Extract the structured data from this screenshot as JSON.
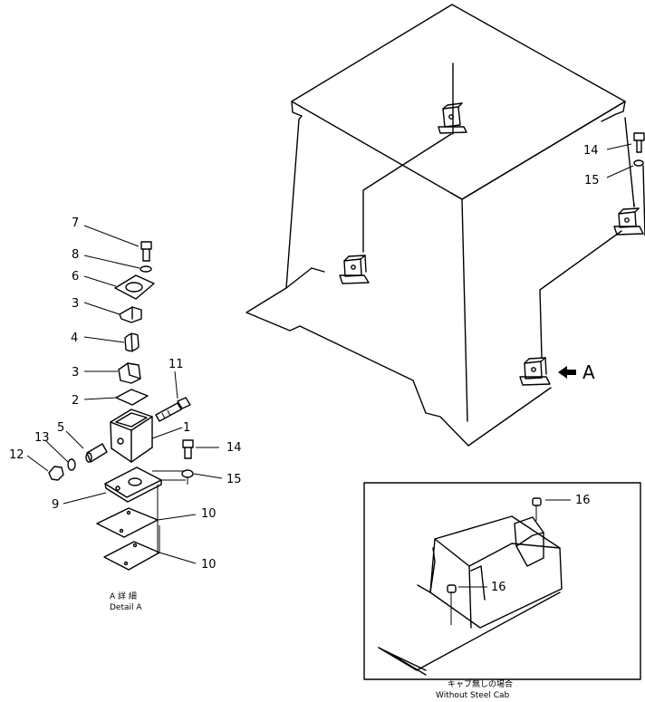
{
  "callouts": {
    "c1": "1",
    "c2": "2",
    "c3a": "3",
    "c3b": "3",
    "c4": "4",
    "c5": "5",
    "c6": "6",
    "c7": "7",
    "c8": "8",
    "c9": "9",
    "c10a": "10",
    "c10b": "10",
    "c11": "11",
    "c12": "12",
    "c13": "13",
    "c14a": "14",
    "c14b": "14",
    "c15a": "15",
    "c15b": "15",
    "c16a": "16",
    "c16b": "16"
  },
  "view_marker": "A",
  "detail_caption": {
    "jp": "A 詳 細",
    "en": "Detail A"
  },
  "inset_caption": {
    "jp": "キャブ無しの場合",
    "en": "Without Steel Cab"
  }
}
